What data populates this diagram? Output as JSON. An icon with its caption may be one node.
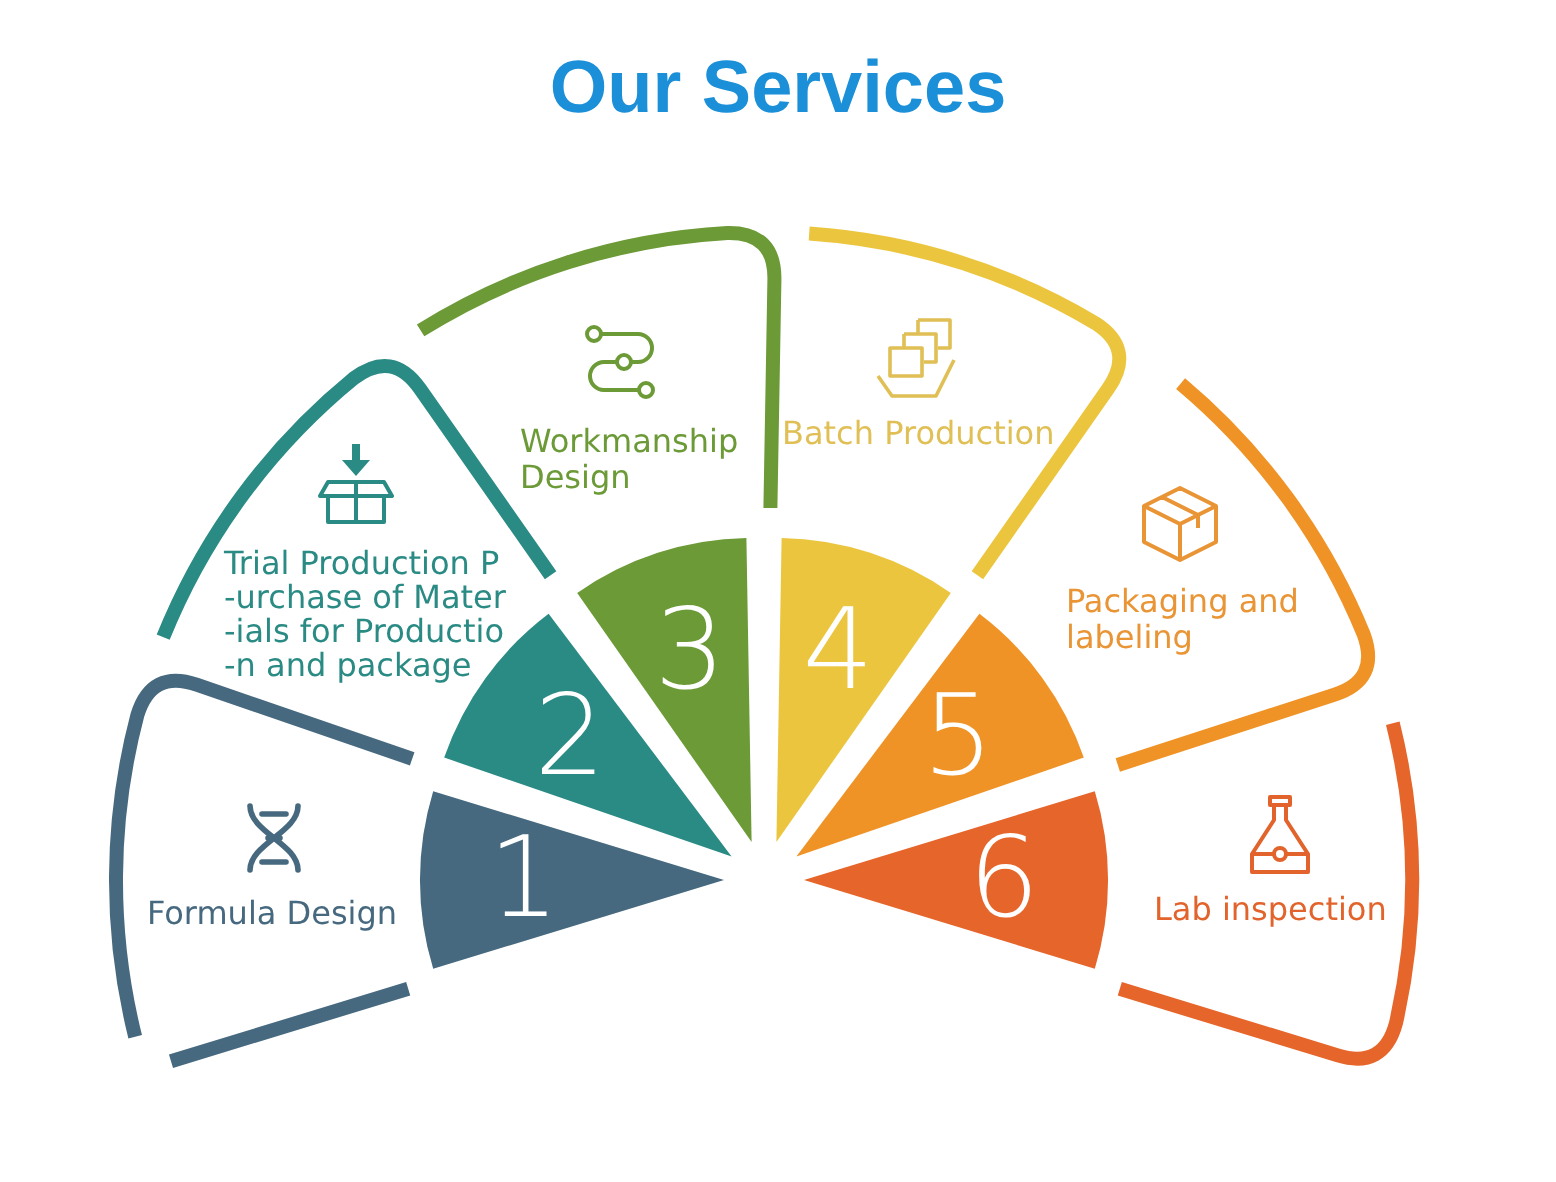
{
  "diagram": {
    "title": "Our Services",
    "nodes": [
      {
        "text": [
          "1"
        ]
      },
      {
        "text": [
          "Formula Design"
        ]
      },
      {
        "text": [
          "2"
        ]
      },
      {
        "text": [
          "Trial Production P -urchase of Mater -ials for Productio -n and package"
        ]
      },
      {
        "text": [
          "3"
        ]
      },
      {
        "text": [
          "Workmanship Design"
        ]
      },
      {
        "text": [
          "4"
        ]
      },
      {
        "text": [
          "Batch Production"
        ]
      },
      {
        "text": [
          "5"
        ]
      },
      {
        "text": [
          "Packaging and labeling"
        ]
      },
      {
        "text": [
          "6"
        ]
      },
      {
        "text": [
          "Lab inspection"
        ]
      }
    ]
  }
}
